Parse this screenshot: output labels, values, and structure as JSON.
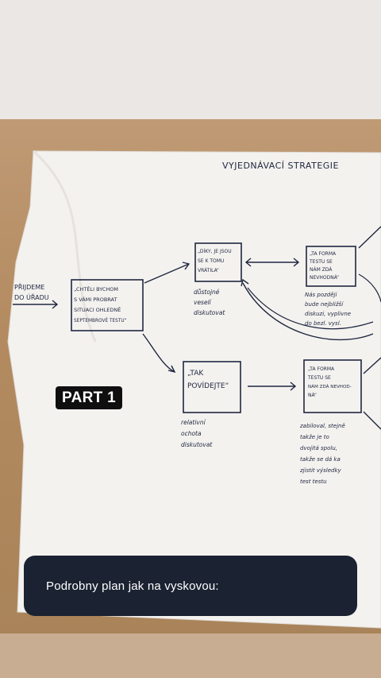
{
  "story": {
    "badge_label": "PART 1",
    "caption_text": "Podrobny plan jak na vyskovou:"
  },
  "photo": {
    "title": "VYJEDNÁVACÍ STRATEGIE",
    "start_label_line1": "PŘIJDEME",
    "start_label_line2": "DO ÚŘADU",
    "box_main_lines": [
      "„CHTĚLI BYCHOM",
      "S VÁMI PROBRAT",
      "SITUACI OHLEDNĚ",
      "SEPTEMBROVÉ TESTU“"
    ],
    "box_top_lines": [
      "„DÍKY, JE JSOU",
      "SE K TOMU",
      "VRÁTILA“"
    ],
    "box_top_note": [
      "důstojné",
      "veselí",
      "diskutovat"
    ],
    "box_bottom_lines": [
      "„TAK",
      "POVÍDEJTE“"
    ],
    "box_bottom_note": [
      "relativní",
      "ochota",
      "diskutovat"
    ],
    "box_right_top_lines": [
      "„TA FORMA",
      "TESTU SE",
      "NÁM ZDÁ",
      "NEVHODNÁ“"
    ],
    "box_right_top_note": [
      "Nás později",
      "bude nejbližší",
      "diskuzi, vyplivne",
      "do bezl. vysl."
    ],
    "box_right_bottom_lines": [
      "„TA FORMA",
      "TESTU SE",
      "NÁM ZDÁ NEVHOD-",
      "NÁ“"
    ],
    "box_right_bottom_note": [
      "zabiloval, stejně",
      "takže je to",
      "dvojitá spolu,",
      "takže se dá ka",
      "zjistit výsledky",
      "test testu"
    ]
  },
  "colors": {
    "ink": "#1f2740",
    "caption_bg": "#1b2232",
    "badge_bg": "#0f0f10"
  }
}
